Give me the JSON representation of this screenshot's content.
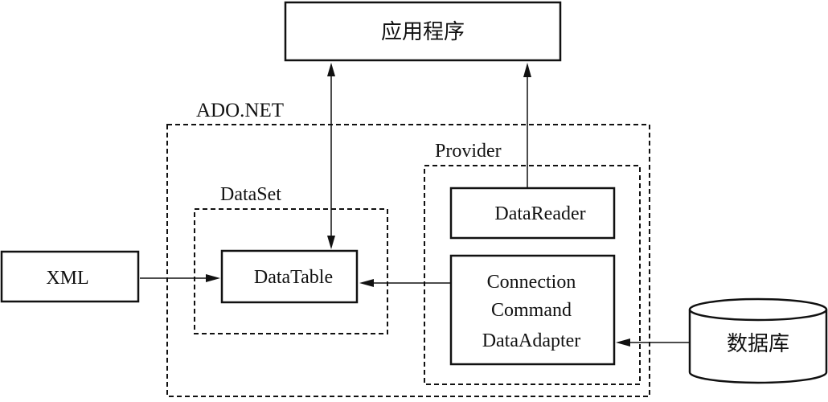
{
  "nodes": {
    "application": "应用程序",
    "xml": "XML",
    "datatable": "DataTable",
    "datareader": "DataReader",
    "provider_components": [
      "Connection",
      "Command",
      "DataAdapter"
    ],
    "database": "数据库"
  },
  "groups": {
    "adonet": "ADO.NET",
    "dataset": "DataSet",
    "provider": "Provider"
  },
  "edges": [
    {
      "from": "application",
      "to": "datatable",
      "direction": "both"
    },
    {
      "from": "datareader",
      "to": "application",
      "direction": "forward"
    },
    {
      "from": "xml",
      "to": "datatable",
      "direction": "forward"
    },
    {
      "from": "provider_components",
      "to": "datatable",
      "direction": "forward"
    },
    {
      "from": "database",
      "to": "provider_components",
      "direction": "forward"
    }
  ]
}
